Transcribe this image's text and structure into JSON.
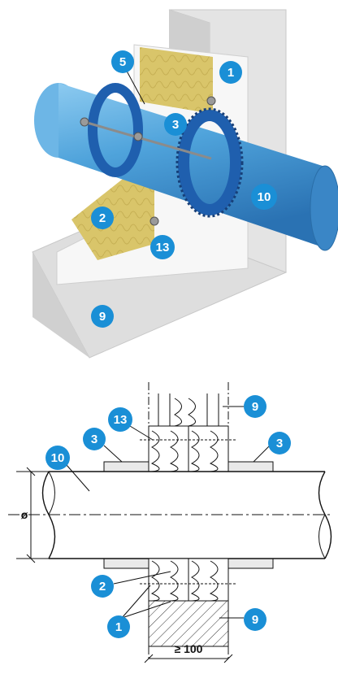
{
  "colors": {
    "badge": "#1a8fd6",
    "pipe": "#4fa3db",
    "collar": "#1f5fae",
    "insulation": "#d9c56a",
    "board": "#f1f1f1",
    "concrete": "#dcdcdc"
  },
  "iso_view": {
    "callouts": [
      {
        "label": "1",
        "part": "board"
      },
      {
        "label": "5",
        "part": "insulation-top"
      },
      {
        "label": "3",
        "part": "collar"
      },
      {
        "label": "10",
        "part": "pipe"
      },
      {
        "label": "2",
        "part": "insulation-bottom"
      },
      {
        "label": "13",
        "part": "fixing"
      },
      {
        "label": "9",
        "part": "wall"
      }
    ]
  },
  "section_view": {
    "callouts": [
      {
        "label": "9",
        "part": "wall-top"
      },
      {
        "label": "13",
        "part": "fixing"
      },
      {
        "label": "3",
        "part": "collar-left"
      },
      {
        "label": "3",
        "part": "collar-right"
      },
      {
        "label": "10",
        "part": "pipe"
      },
      {
        "label": "2",
        "part": "insulation"
      },
      {
        "label": "1",
        "part": "board"
      },
      {
        "label": "9",
        "part": "wall-bottom"
      }
    ],
    "diameter_symbol": "ø",
    "wall_thickness_label": "≥ 100"
  }
}
